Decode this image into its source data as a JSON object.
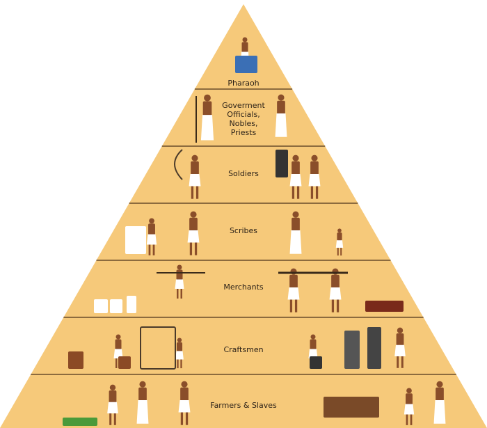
{
  "title": "Ancient Egypt Social Pyramid",
  "colors": {
    "fill": "#F6C97A",
    "line": "#8C6B3E",
    "skin": "#8A4E2A",
    "cloth": "#FFFFFF"
  },
  "tiers": [
    {
      "label": "Pharaoh"
    },
    {
      "label": "Goverment\nOfficials,\nNobles,\nPriests"
    },
    {
      "label": "Soldiers"
    },
    {
      "label": "Scribes"
    },
    {
      "label": "Merchants"
    },
    {
      "label": "Craftsmen"
    },
    {
      "label": "Farmers & Slaves"
    }
  ]
}
